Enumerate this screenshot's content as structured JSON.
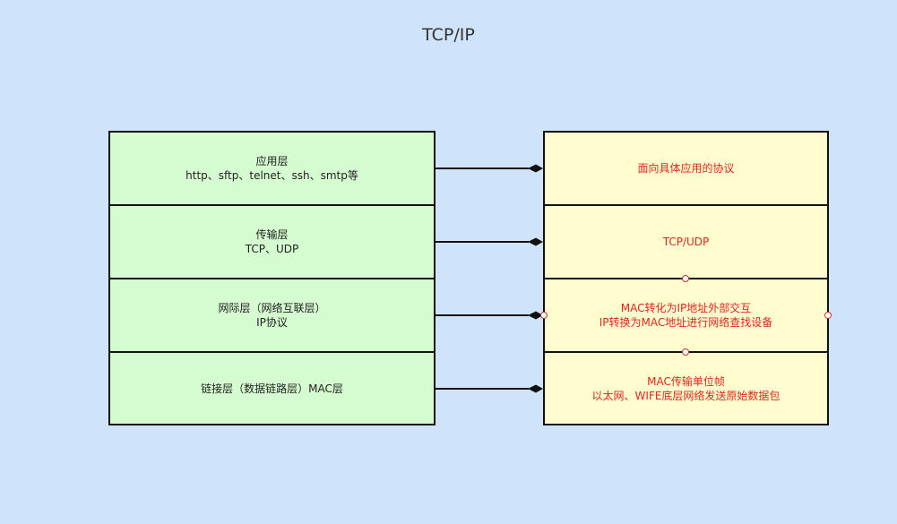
{
  "title": "TCP/IP",
  "left_layers": [
    {
      "line1": "应用层",
      "line2": "http、sftp、telnet、ssh、smtp等"
    },
    {
      "line1": "传输层",
      "line2": "TCP、UDP"
    },
    {
      "line1": "网际层（网络互联层）",
      "line2": "IP协议"
    },
    {
      "line1": "链接层（数据链路层）MAC层",
      "line2": ""
    }
  ],
  "right_descriptions": [
    {
      "line1": "面向具体应用的协议",
      "line2": ""
    },
    {
      "line1": "TCP/UDP",
      "line2": ""
    },
    {
      "line1": "MAC转化为IP地址外部交互",
      "line2": "IP转换为MAC地址进行网络查找设备"
    },
    {
      "line1": "MAC传输单位帧",
      "line2": "以太网、WIFE底层网络发送原始数据包"
    }
  ],
  "colors": {
    "background": "#cfe3fb",
    "left_fill": "#d5fbd0",
    "right_fill": "#fffdd0",
    "right_text": "#e0261c",
    "stroke": "#111111"
  }
}
